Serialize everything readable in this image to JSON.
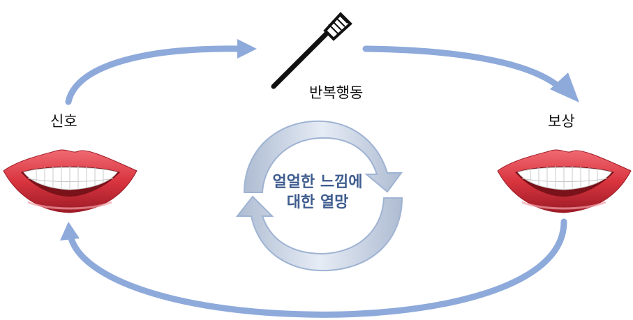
{
  "labels": {
    "repeat": "반복행동",
    "signal": "신호",
    "reward": "보상"
  },
  "center": {
    "line1": "얼얼한 느낌에",
    "line2": "대한 열망"
  },
  "colors": {
    "arrow": "#8eaadb",
    "cycle_fill": "#dbe3f0",
    "cycle_edge": "#9fb3d3",
    "center_text": "#3f5d8f",
    "lip": "#d9353f",
    "lip_dark": "#9c1b26",
    "teeth": "#ffffff",
    "toothbrush": "#111111"
  },
  "icons": [
    "toothbrush-icon",
    "smiling-mouth-icon",
    "smiling-mouth-icon"
  ]
}
